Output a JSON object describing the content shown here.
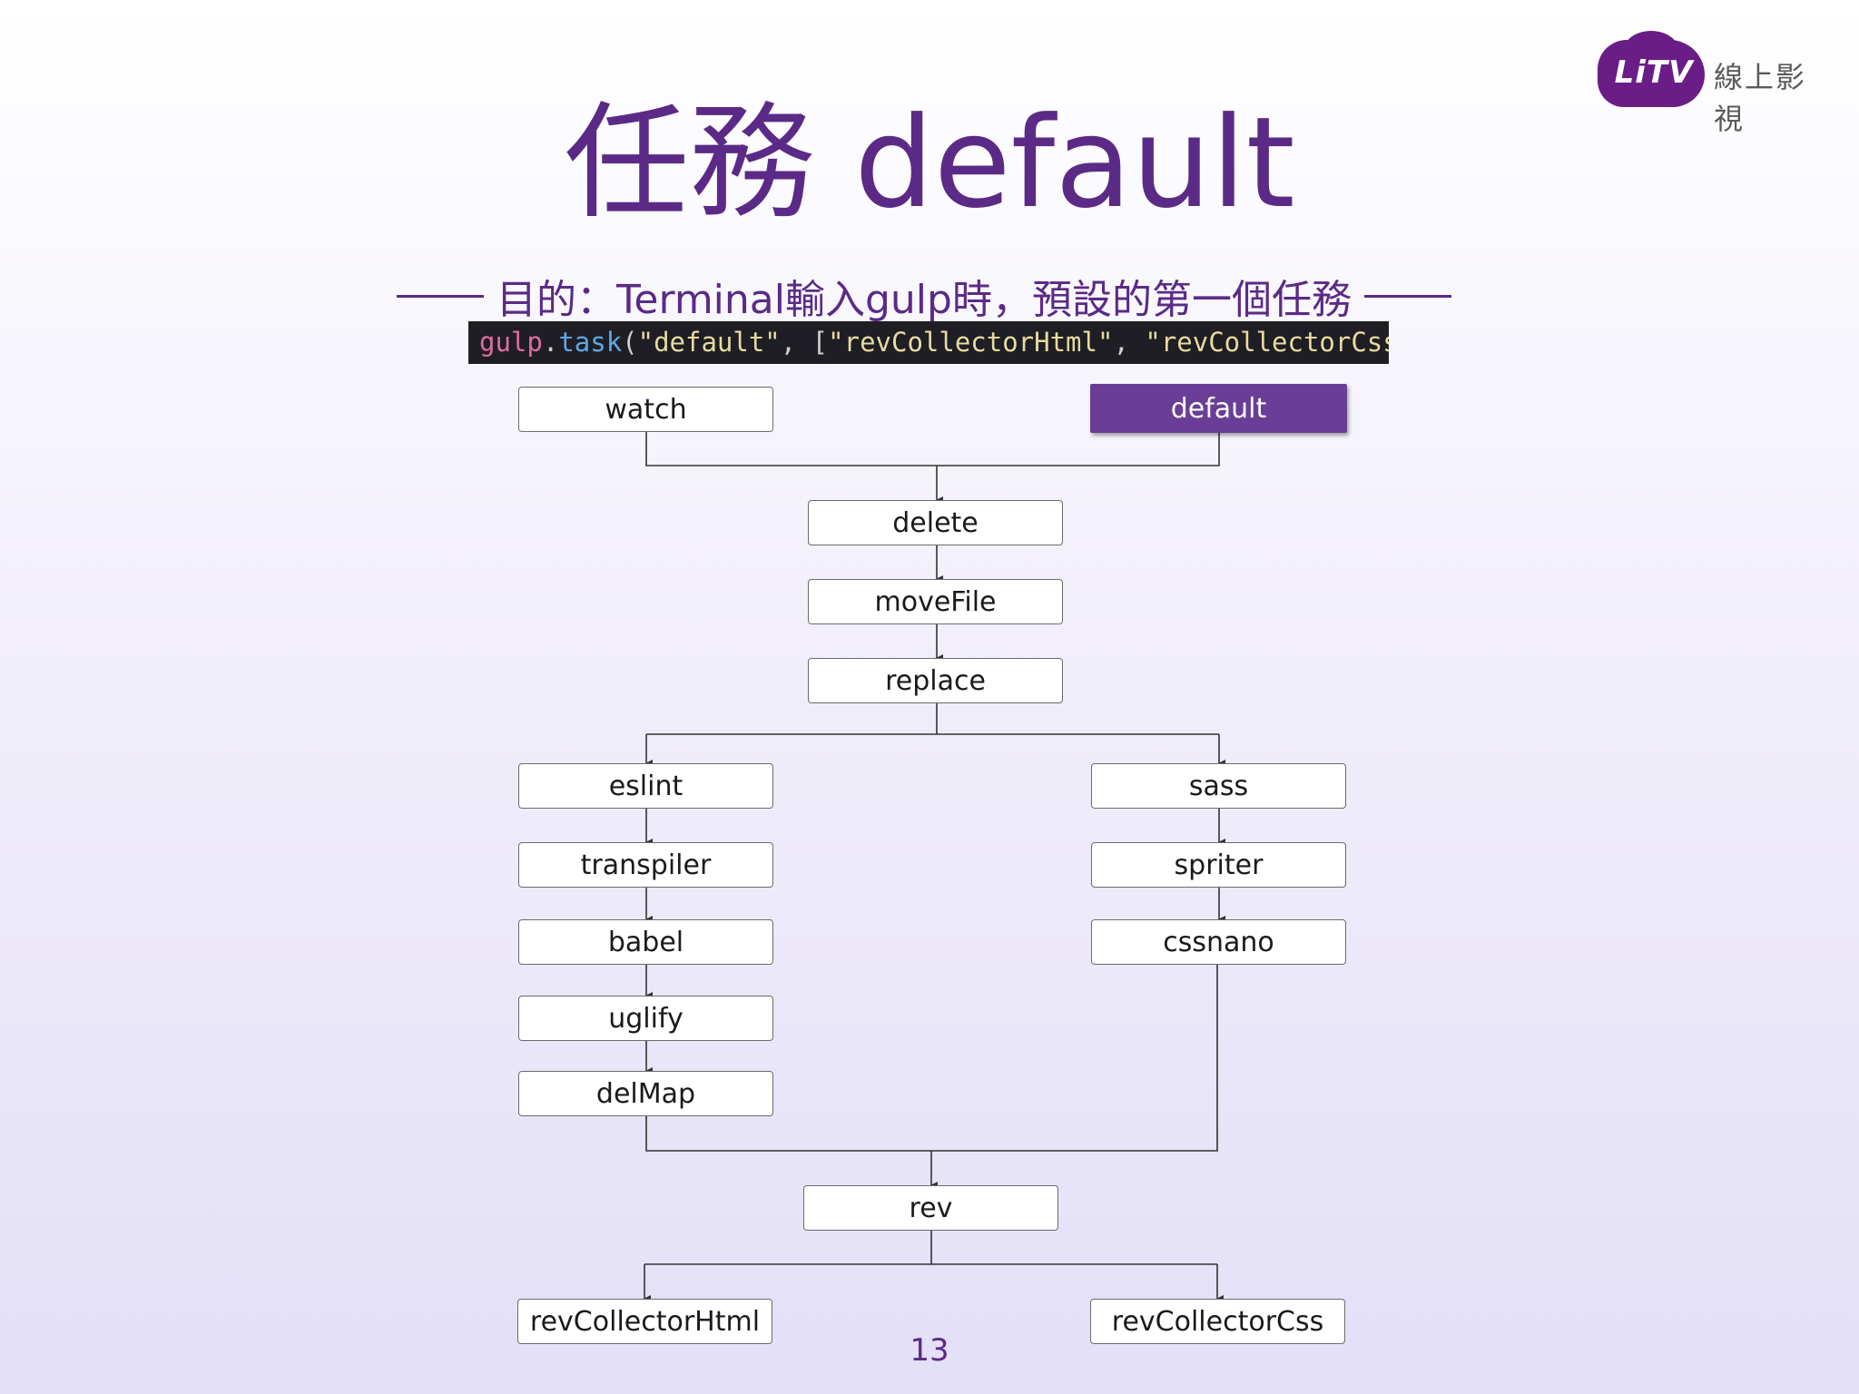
{
  "logo": {
    "mark": "LiTV",
    "text": "線上影視"
  },
  "title": "任務 default",
  "subtitle": "目的：Terminal輸入gulp時，預設的第一個任務",
  "code": {
    "obj": "gulp",
    "dot": ".",
    "fn": "task",
    "open": "(",
    "arg1": "\"default\"",
    "sep1": ", [",
    "arg2": "\"revCollectorHtml\"",
    "sep2": ", ",
    "arg3": "\"revCollectorCss\"",
    "close": "]);"
  },
  "nodes": {
    "watch": "watch",
    "default": "default",
    "delete": "delete",
    "moveFile": "moveFile",
    "replace": "replace",
    "eslint": "eslint",
    "transpiler": "transpiler",
    "babel": "babel",
    "uglify": "uglify",
    "delMap": "delMap",
    "sass": "sass",
    "spriter": "spriter",
    "cssnano": "cssnano",
    "rev": "rev",
    "revCollectorHtml": "revCollectorHtml",
    "revCollectorCss": "revCollectorCss"
  },
  "colors": {
    "accent": "#5b2a86",
    "highlight": "#6a3d96",
    "line": "#333333"
  },
  "page_number": "13"
}
